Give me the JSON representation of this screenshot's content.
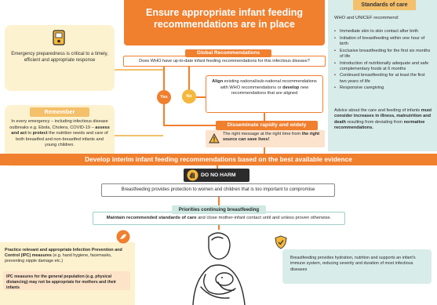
{
  "banner": {
    "title": "Ensure appropriate infant feeding recommendations are in place"
  },
  "preparedness": {
    "text": "Emergency preparedness is critical to a timely, efficient and appropriate response",
    "icon": "phone-book-icon"
  },
  "remember": {
    "label": "Remember",
    "text_a": "In every emergency – including infectious disease outbreaks e.g. Ebola, Cholera, COVID-19 – ",
    "text_b": "assess and act",
    "text_c": " to ",
    "text_d": "protect",
    "text_e": " the nutrition needs and care of both breastfed and non-breastfed infants and young children."
  },
  "standards": {
    "title": "Standards of care",
    "intro": "WHO and UNICEF recommend:",
    "items": [
      "Immediate skin to skin contact after birth",
      "Initiation of breastfeeding within one hour of birth",
      "Exclusive breastfeeding for the first six months of life",
      "Introduction of nutritionally adequate and safe complementary foods at 6 months",
      "Continued breastfeeding for at least the first two years of life",
      "Responsive caregiving"
    ],
    "advice_a": "Advice about the care and feeding of infants ",
    "advice_b": "must consider increases in illness, malnutrition and death",
    "advice_c": " resulting from deviating from ",
    "advice_d": "normative recommendations."
  },
  "global": {
    "label": "Global Recommendations",
    "question": "Does WHO have up-to-date infant feeding recommendations for this infectious disease?"
  },
  "decision": {
    "yes": "Yes",
    "no": "No"
  },
  "align": {
    "bold_a": "Align",
    "text_a": " existing national/sub-national recommendations with WHO recommendations or ",
    "bold_b": "develop",
    "text_b": " new recommendations that are aligned"
  },
  "disseminate": {
    "label": "Disseminate rapidly and widely",
    "text_a": "The right message at the right time from ",
    "text_b": "the right source can save lives!"
  },
  "develop": {
    "title": "Develop interim infant feeding recommendations based on the best available evidence"
  },
  "harm": {
    "label": "DO NO HARM",
    "statement": "Breastfeeding provides protection to women and children that is too important to compromise"
  },
  "priorities": {
    "label": "Priorities continuing breastfeeding",
    "bold": "Maintain recommended standards of care",
    "text": " and close mother-infant contact until and unless proven otherwise."
  },
  "ipc": {
    "text_bold": "Practice relevant and appropriate Infection Prevention and Control (IPC) measures",
    "text_rest": " (e.g. hand hygiene, facemasks, preventing nipple damage etc.)",
    "warn": "IPC measures for the general population (e.g. physical distancing) may not be appropriate for mothers and their infants"
  },
  "benefit": {
    "text": "Breastfeeding provides hydration, nutrition and supports an infant's immune system, reducing severity and duration of most infectious diseases"
  },
  "colors": {
    "orange": "#f07f2e",
    "yellow": "#f4c06b",
    "cream": "#fdf2cf",
    "teal": "#d8ece9"
  }
}
